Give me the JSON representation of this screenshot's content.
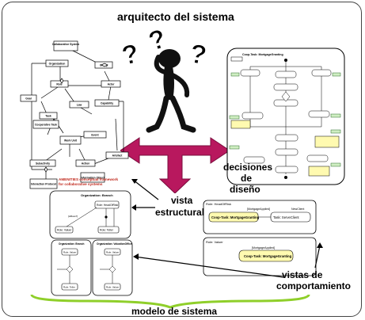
{
  "title": "arquitecto del sistema",
  "labels": {
    "structural_view": [
      "vista",
      "estructural"
    ],
    "design_decisions": [
      "decisiones",
      "de",
      "diseño"
    ],
    "behavior_views": [
      "vistas de",
      "comportamiento"
    ],
    "system_model": "modelo de sistema"
  },
  "framework_caption": [
    "AMENITIES conceptual framework",
    "for collaborative systems"
  ],
  "metamodel_nodes": [
    "Collaborative System",
    "Organization",
    "Group",
    "Role",
    "Actor",
    "Law",
    "Goal",
    "Task",
    "Capability",
    "Cooperative Task",
    "Event",
    "Work Unit",
    "Subactivity",
    "Action",
    "Information Object",
    "Artefact",
    "Interaction Protocol"
  ],
  "organization_diagram": {
    "title": "Organization: Branch",
    "roles": [
      "Role: Valuer",
      "Role: HeadOfRisk",
      "Role: Teller"
    ],
    "guard": "[isBoss?]"
  },
  "lower_diagrams": {
    "left_title": "Organization: Branch",
    "right_title": "Organization: ValuationOffice",
    "roles": [
      "Role: Valuer",
      "Role: Teller",
      "Role: Valuer",
      "Role: Valuer"
    ]
  },
  "workflow_diagram": {
    "title": "Coop-Task: MortgageGranting"
  },
  "behavior_detail": {
    "top": {
      "role": "Role: HeadOfRisk",
      "label": "[MortgageApplied]",
      "new_client": "NewClient",
      "coop_task": "Coop-Task: MortgageGranting",
      "task": "Task: ServeClient"
    },
    "bottom": {
      "role": "Role: Valuer",
      "label": "[MortgageApplied]",
      "coop_task": "Coop-Task: MortgageGranting"
    }
  },
  "colors": {
    "arrow": "#b8185e",
    "brace": "#8fcf2a",
    "highlight": "#fffab0",
    "green_note": "#cfeec2"
  }
}
